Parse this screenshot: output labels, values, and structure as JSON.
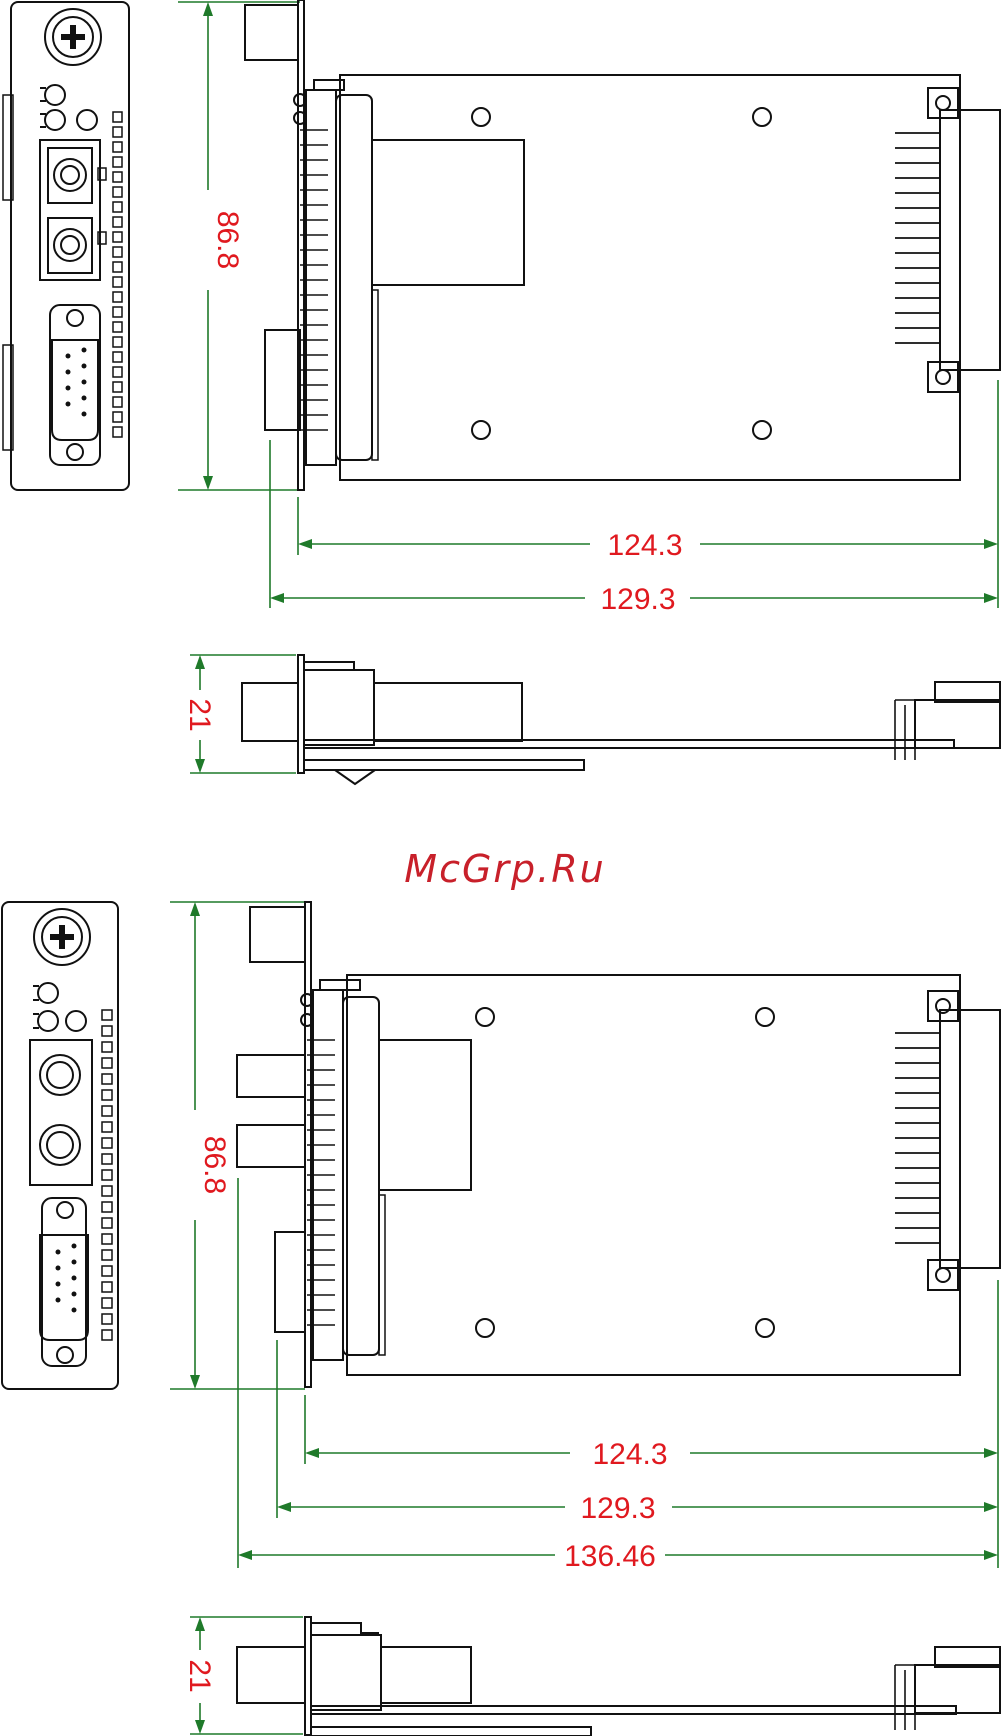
{
  "watermark": "McGrp.Ru",
  "colors": {
    "dimension_line": "#1f7a2a",
    "dimension_text": "#e0191f",
    "outline": "#111111"
  },
  "top_variant": {
    "front_height": "86.8",
    "board_length": "124.3",
    "overall_length": "129.3",
    "side_height": "21"
  },
  "bottom_variant": {
    "front_height": "86.8",
    "board_length": "124.3",
    "overall_length": "129.3",
    "max_length": "136.46",
    "side_height": "21"
  }
}
